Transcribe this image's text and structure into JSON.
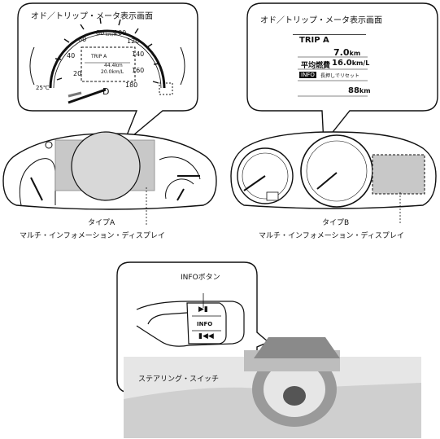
{
  "callout_a": {
    "title": "オド／トリップ・メータ表示画面",
    "speed_ticks": [
      "20",
      "40",
      "60",
      "80",
      "100",
      "120",
      "140",
      "160",
      "180"
    ],
    "speed_unit": "km/h",
    "trip_label": "TRIP A",
    "trip_distance": "44.4km",
    "fuel_economy": "20.0km/L",
    "temperature": "25℃",
    "gear": "D"
  },
  "callout_b": {
    "title": "オド／トリップ・メータ表示画面",
    "trip_label": "TRIP A",
    "trip_value": "7.0",
    "trip_unit": "km",
    "avg_fuel_label": "平均燃費",
    "avg_fuel_value": "16.0",
    "avg_fuel_unit": "km/L",
    "info_badge": "INFO",
    "info_text": "長押しでリセット",
    "range_value": "88",
    "range_unit": "km"
  },
  "cluster_a": {
    "type_label": "タイプA",
    "display_label": "マルチ・インフォメーション・ディスプレイ"
  },
  "cluster_b": {
    "type_label": "タイプB",
    "display_label": "マルチ・インフォメーション・ディスプレイ"
  },
  "steering": {
    "info_button_label": "INFOボタン",
    "info_key": "INFO",
    "switch_label": "ステアリング・スイッチ"
  }
}
